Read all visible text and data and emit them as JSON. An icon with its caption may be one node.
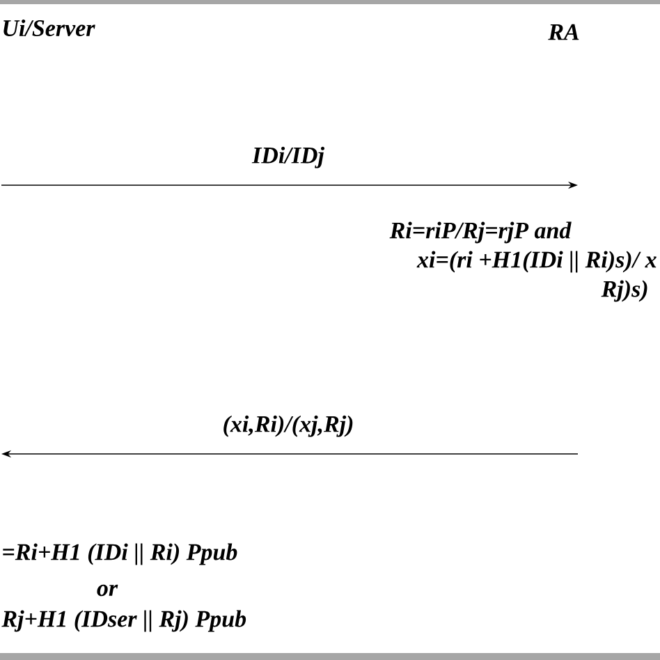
{
  "diagram": {
    "labels": [
      "Ui/Server",
      "RA",
      "IDi/IDj",
      "Ri=riP/Rj=rjP    and",
      "xi=(ri +H1(IDi || Ri)s)/ x",
      "Rj)s)",
      "(xi,Ri)/(xj,Rj)",
      "=Ri+H1 (IDi || Ri) Ppub",
      "or",
      "Rj+H1 (IDser || Rj) Ppub"
    ]
  }
}
